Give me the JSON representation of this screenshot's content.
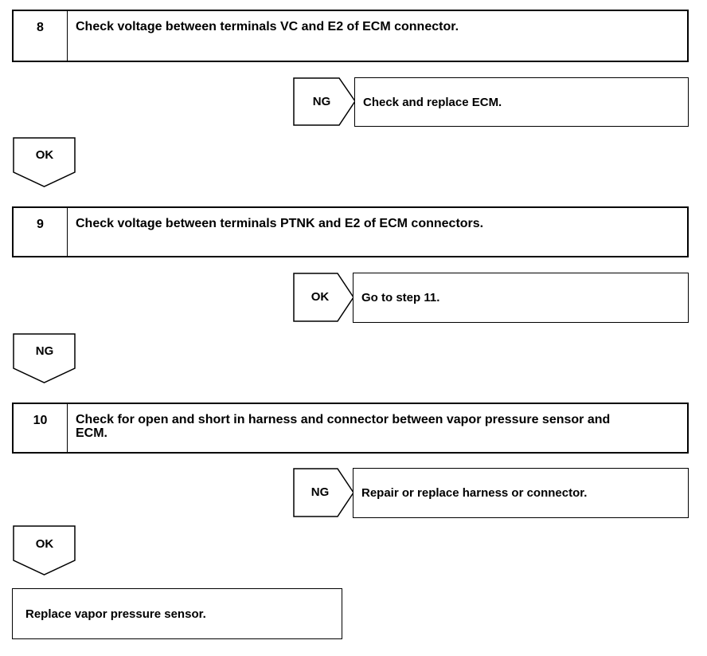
{
  "steps": [
    {
      "number": "8",
      "text": "Check voltage between terminals VC and E2 of ECM connector."
    },
    {
      "number": "9",
      "text": "Check voltage between terminals PTNK and E2 of ECM connectors."
    },
    {
      "number": "10",
      "text": "Check for open and short in harness and connector between vapor pressure sensor and ECM."
    }
  ],
  "branches": [
    {
      "label": "NG",
      "result": "Check and replace ECM."
    },
    {
      "label": "OK",
      "result": "Go to step 11."
    },
    {
      "label": "NG",
      "result": "Repair or replace harness or connector."
    }
  ],
  "down_labels": [
    "OK",
    "NG",
    "OK"
  ],
  "final": {
    "text": "Replace vapor pressure sensor."
  }
}
